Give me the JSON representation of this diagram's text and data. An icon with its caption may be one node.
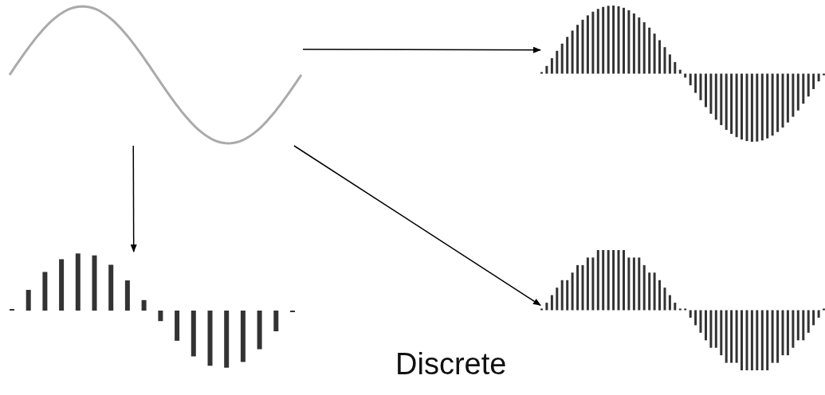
{
  "diagram": {
    "nodes": [
      {
        "text": [],
        "shape": "picture"
      },
      {
        "text": [],
        "shape": "picture"
      },
      {
        "text": [],
        "shape": "picture"
      },
      {
        "text": [],
        "shape": "picture"
      }
    ],
    "edges": [
      {
        "from": 0,
        "to": 1,
        "arrow": "to"
      },
      {
        "from": 0,
        "to": 2,
        "arrow": "to"
      },
      {
        "from": 0,
        "to": 3,
        "arrow": "to"
      }
    ],
    "labels": [
      "Discrete"
    ]
  }
}
